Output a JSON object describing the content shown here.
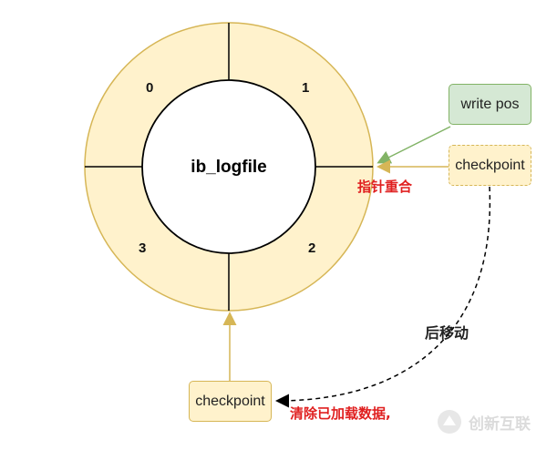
{
  "diagram": {
    "center_label": "ib_logfile",
    "segments": [
      "0",
      "1",
      "2",
      "3"
    ],
    "boxes": {
      "write_pos": "write pos",
      "checkpoint_right": "checkpoint",
      "checkpoint_bottom": "checkpoint"
    },
    "annotations": {
      "overlap": "指针重合",
      "move_back": "后移动",
      "clear_data": "清除已加载数据,"
    },
    "watermark": "创新互联",
    "colors": {
      "ring_fill": "#fff2cc",
      "ring_stroke": "#d6b656",
      "write_fill": "#d5e8d4",
      "write_stroke": "#82b366",
      "annotation_red": "#e02020"
    }
  }
}
